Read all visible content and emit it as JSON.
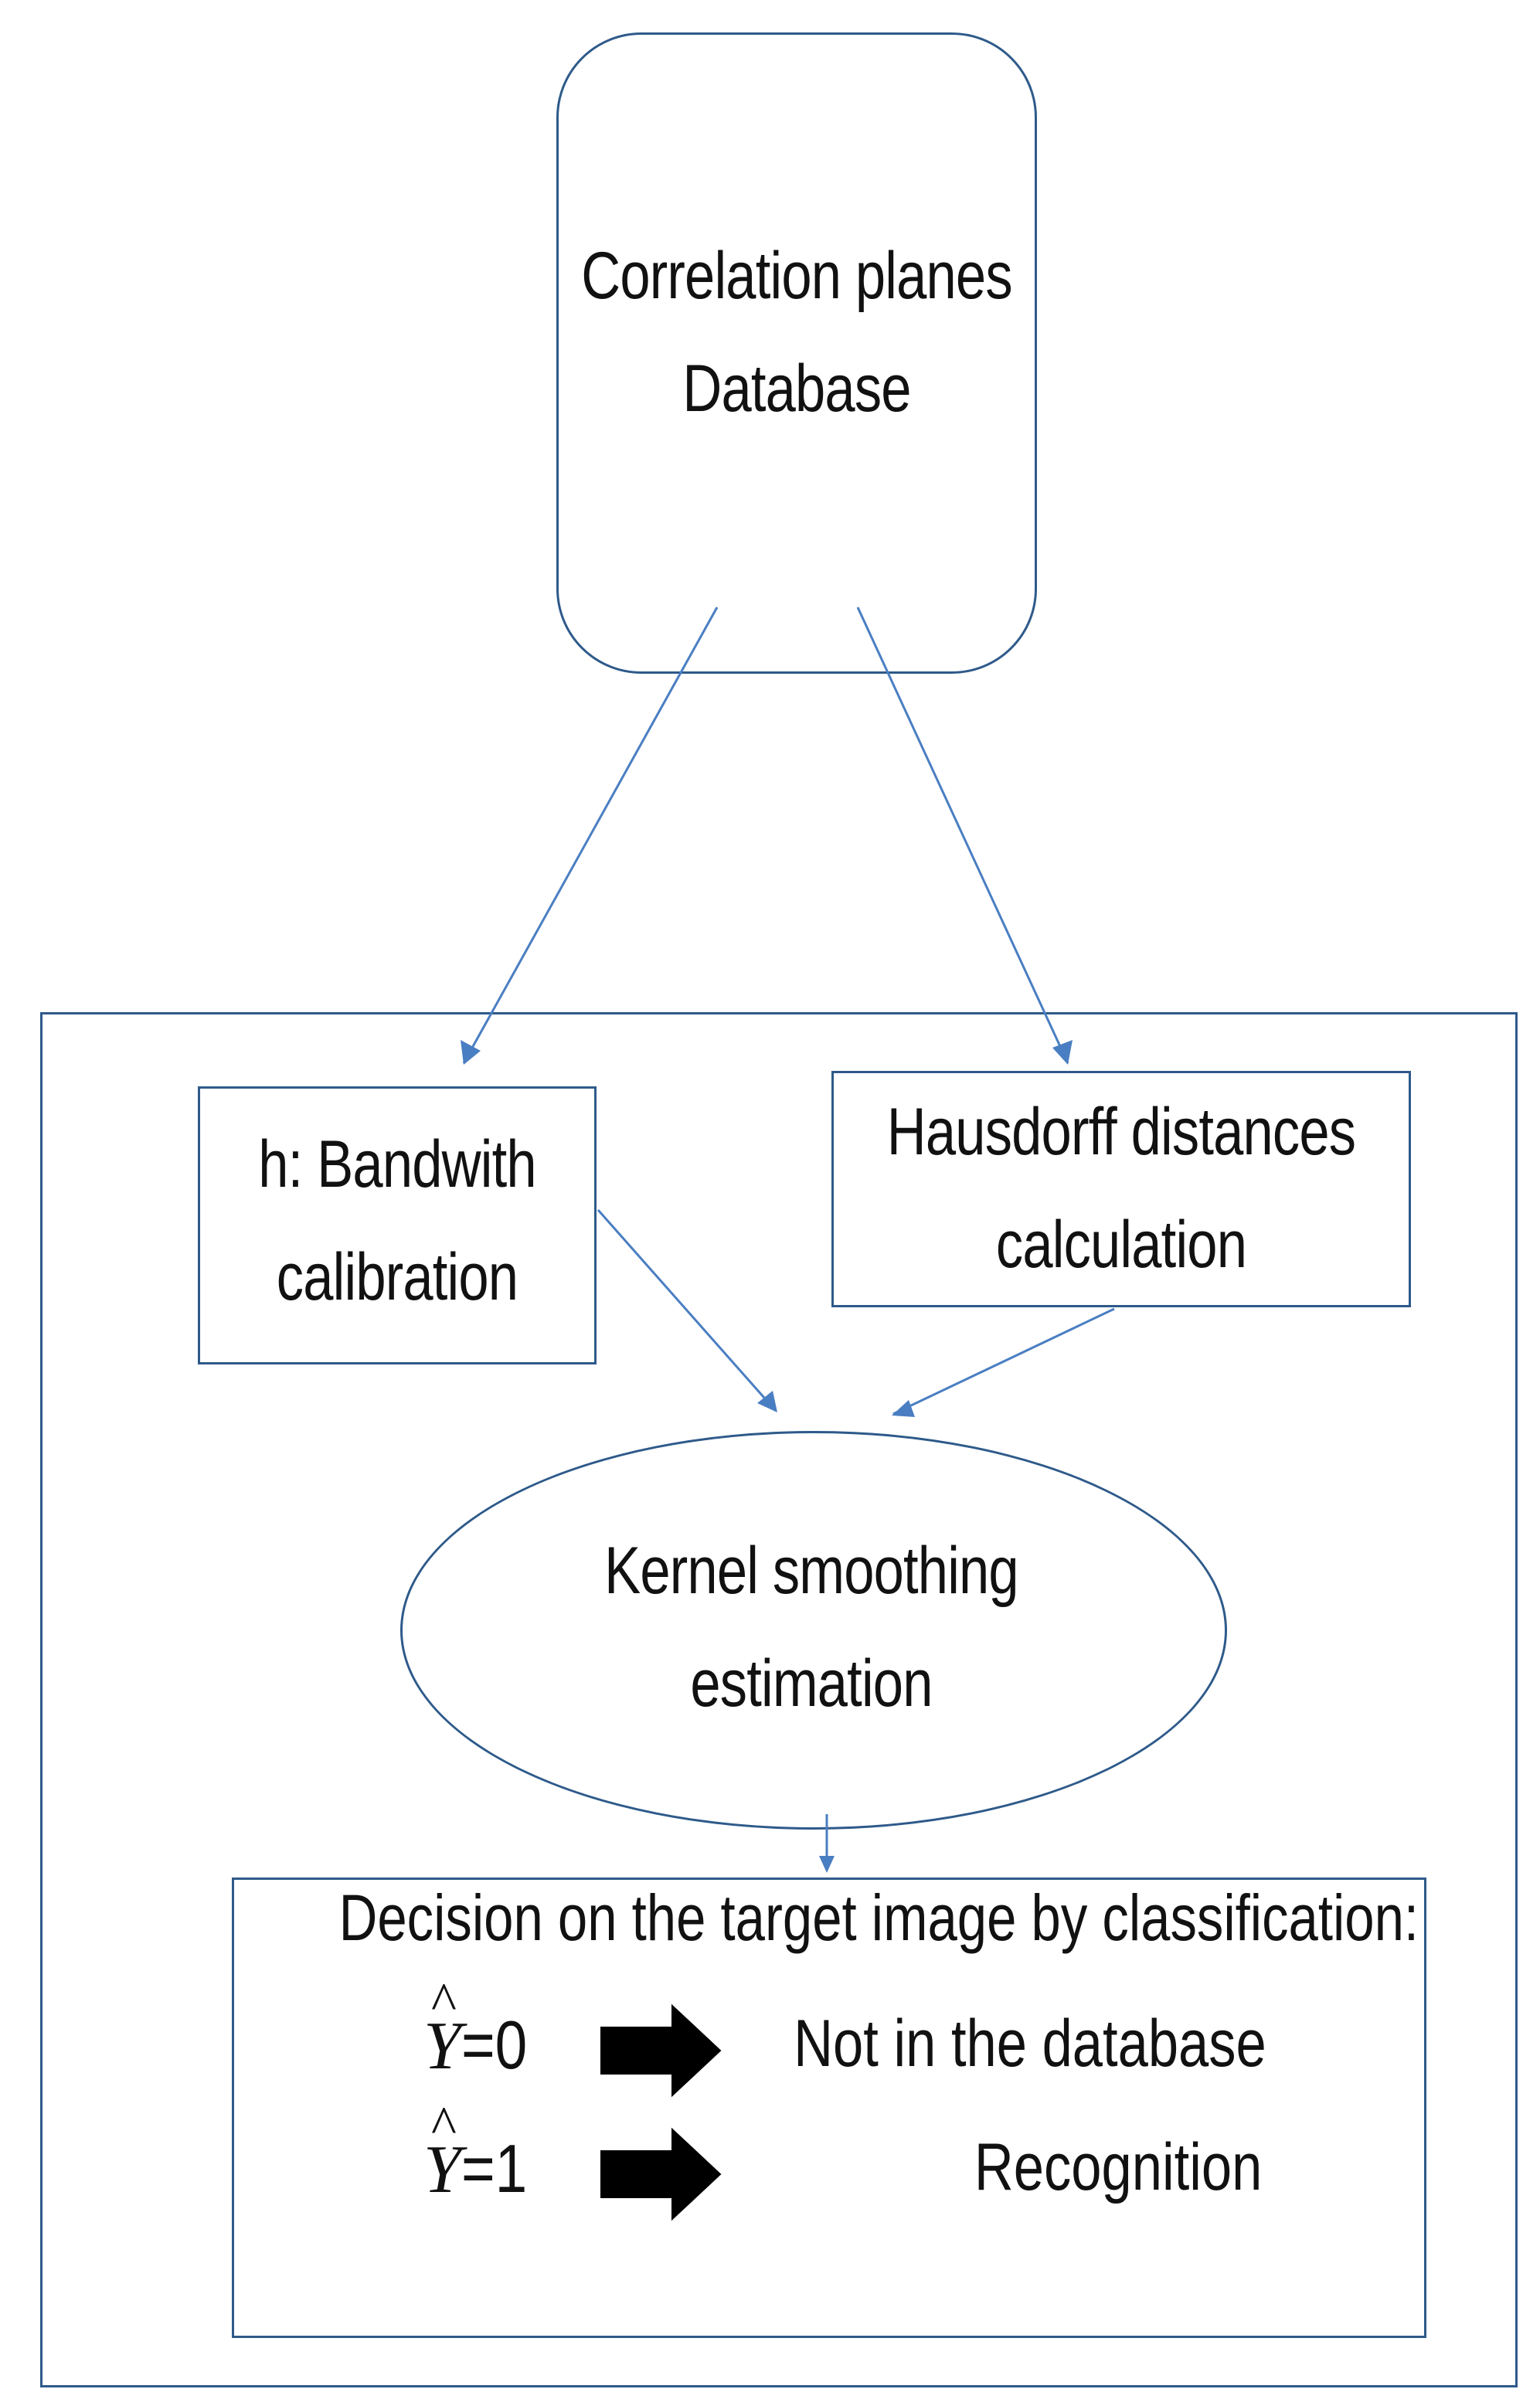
{
  "nodes": {
    "database": {
      "lines": [
        "Correlation planes",
        "Database"
      ]
    },
    "bandwidth": {
      "lines": [
        "h: Bandwith",
        "calibration"
      ]
    },
    "hausdorff": {
      "lines": [
        "Hausdorff distances",
        "calculation"
      ]
    },
    "kernel": {
      "lines": [
        "Kernel smoothing",
        "estimation"
      ]
    },
    "decision": {
      "title": "Decision on the target image by classification:",
      "rows": [
        {
          "symbol": "Y",
          "hat": "^",
          "value": "=0",
          "outcome": "Not in the database"
        },
        {
          "symbol": "Y",
          "hat": "^",
          "value": "=1",
          "outcome": "Recognition"
        }
      ]
    }
  },
  "colors": {
    "border": "#2e5a8a",
    "arrow": "#4a7ec2",
    "block_arrow": "#000000"
  },
  "edges": [
    {
      "from": "database",
      "to": "bandwidth"
    },
    {
      "from": "database",
      "to": "hausdorff"
    },
    {
      "from": "bandwidth",
      "to": "kernel"
    },
    {
      "from": "hausdorff",
      "to": "kernel"
    },
    {
      "from": "kernel",
      "to": "decision"
    }
  ]
}
